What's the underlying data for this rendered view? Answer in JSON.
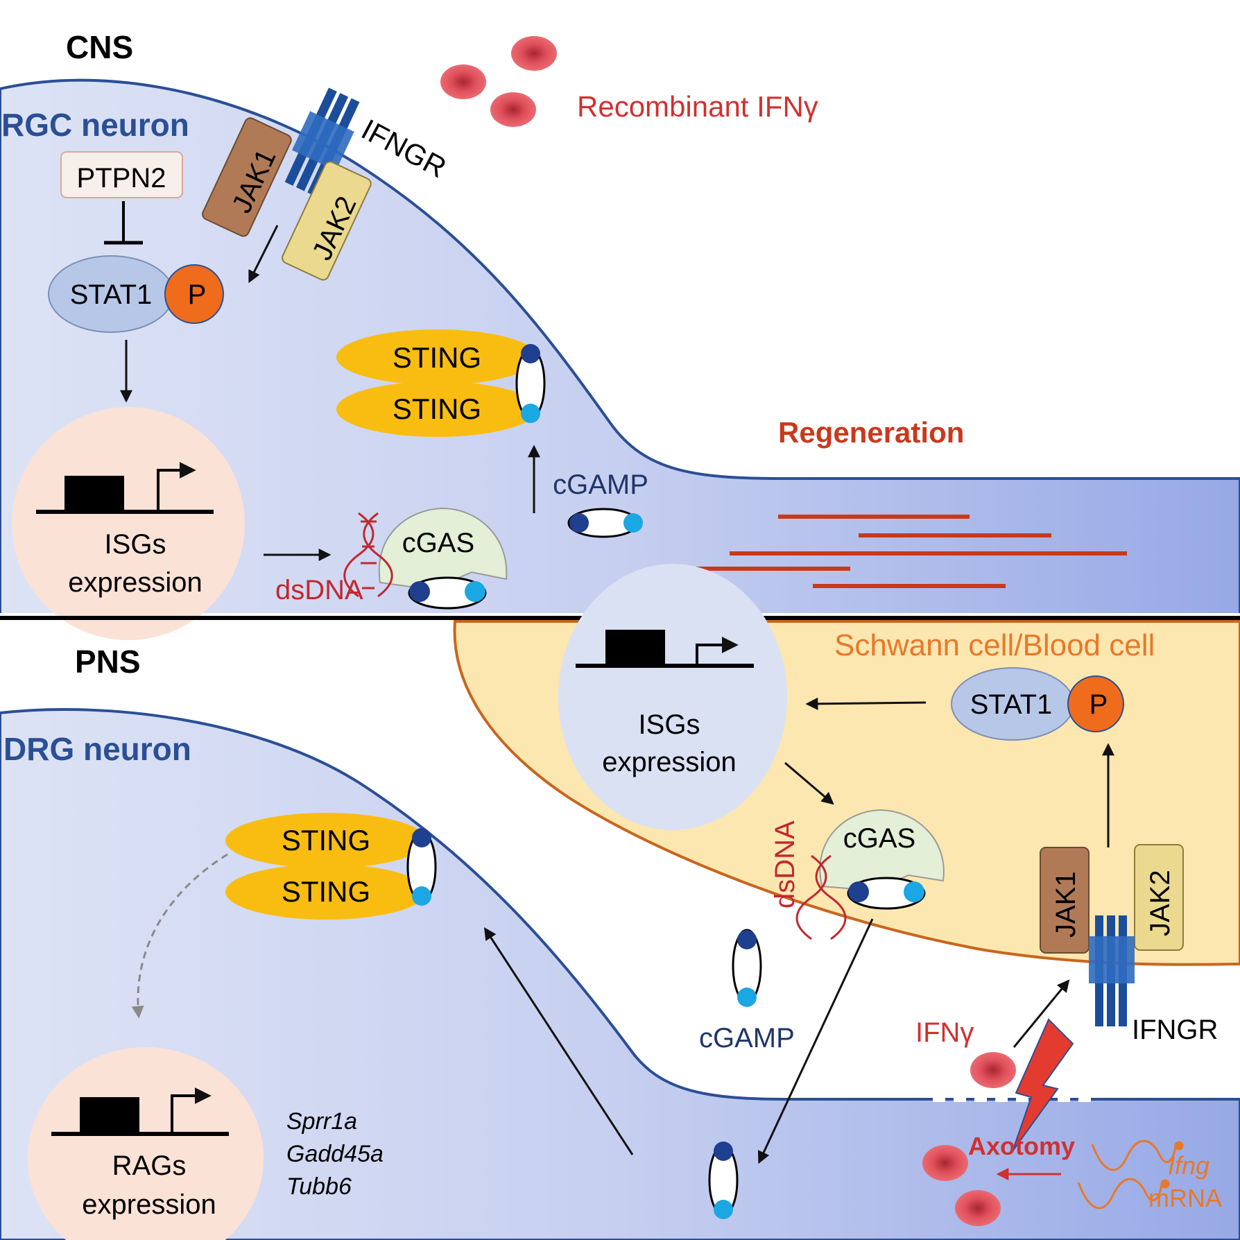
{
  "cns": {
    "section_label": "CNS",
    "neuron_label": "RGC neuron",
    "ligand_label": "Recombinant IFNγ",
    "receptor_label": "IFNGR",
    "jak1": "JAK1",
    "jak2": "JAK2",
    "ptpn2": "PTPN2",
    "stat1": "STAT1",
    "phospho": "P",
    "nucleus_line1": "ISGs",
    "nucleus_line2": "expression",
    "sting_top": "STING",
    "sting_bottom": "STING",
    "cgamp": "cGAMP",
    "cgas": "cGAS",
    "dsdna": "dsDNA",
    "outcome": "Regeneration"
  },
  "pns": {
    "section_label": "PNS",
    "neuron_label": "DRG neuron",
    "glia_label": "Schwann cell/Blood cell",
    "nucleus_glia_line1": "ISGs",
    "nucleus_glia_line2": "expression",
    "stat1": "STAT1",
    "phospho": "P",
    "cgas": "cGAS",
    "dsdna": "dsDNA",
    "jak1": "JAK1",
    "jak2": "JAK2",
    "receptor_label": "IFNGR",
    "ifng": "IFNγ",
    "cgamp": "cGAMP",
    "sting_top": "STING",
    "sting_bottom": "STING",
    "nucleus_neuron_line1": "RAGs",
    "nucleus_neuron_line2": "expression",
    "genes": [
      "Sprr1a",
      "Gadd45a",
      "Tubb6"
    ],
    "axotomy": "Axotomy",
    "mrna_line1": "Ifng",
    "mrna_line2": "mRNA"
  },
  "colors": {
    "membrane": "#2b4f95",
    "cytoplasm_light": "#dfe4f4",
    "cytoplasm_dark": "#9fb0e6",
    "glia_fill": "#fde7b0",
    "glia_edge": "#c9651d",
    "nucleus_pink": "#fbe2d6",
    "sting": "#f9bd11",
    "cgas": "#e3efd6",
    "stat1": "#b7c7e8",
    "phospho": "#ef6c1d",
    "ifng": "#e24b55",
    "red_text": "#d0312f",
    "regeneration": "#c8391c",
    "orange_text": "#e8782a",
    "jak1": "#b17a57",
    "jak2": "#ead98e",
    "receptor": "#1b4d9b"
  }
}
